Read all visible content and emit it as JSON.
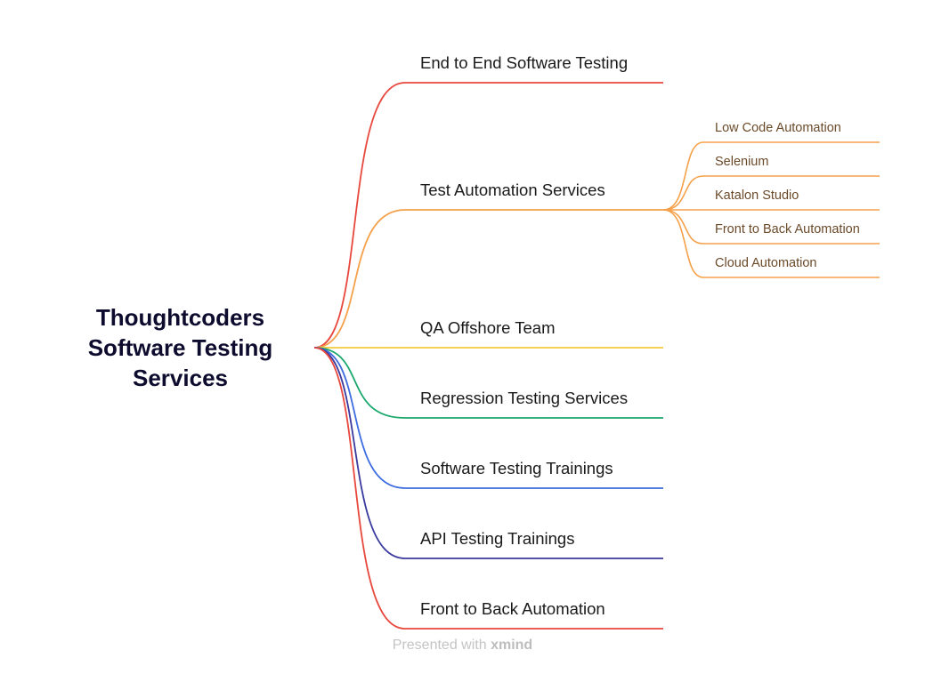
{
  "central_topic": "Thoughtcoders\nSoftware Testing\nServices",
  "branches": [
    {
      "label": "End to End Software Testing",
      "color": "#e8473e",
      "children": []
    },
    {
      "label": "Test Automation Services",
      "color": "#f5a04a",
      "children": [
        "Low Code Automation",
        "Selenium",
        "Katalon Studio",
        "Front to Back Automation",
        "Cloud Automation"
      ]
    },
    {
      "label": "QA Offshore Team",
      "color": "#f5c93a",
      "children": []
    },
    {
      "label": "Regression Testing Services",
      "color": "#1aa86c",
      "children": []
    },
    {
      "label": "Software Testing Trainings",
      "color": "#3d6ce0",
      "children": []
    },
    {
      "label": "API Testing Trainings",
      "color": "#3a3a9e",
      "children": []
    },
    {
      "label": "Front to Back Automation",
      "color": "#e8473e",
      "children": []
    }
  ],
  "footer": {
    "prefix": "Presented with",
    "brand": "xmind"
  }
}
